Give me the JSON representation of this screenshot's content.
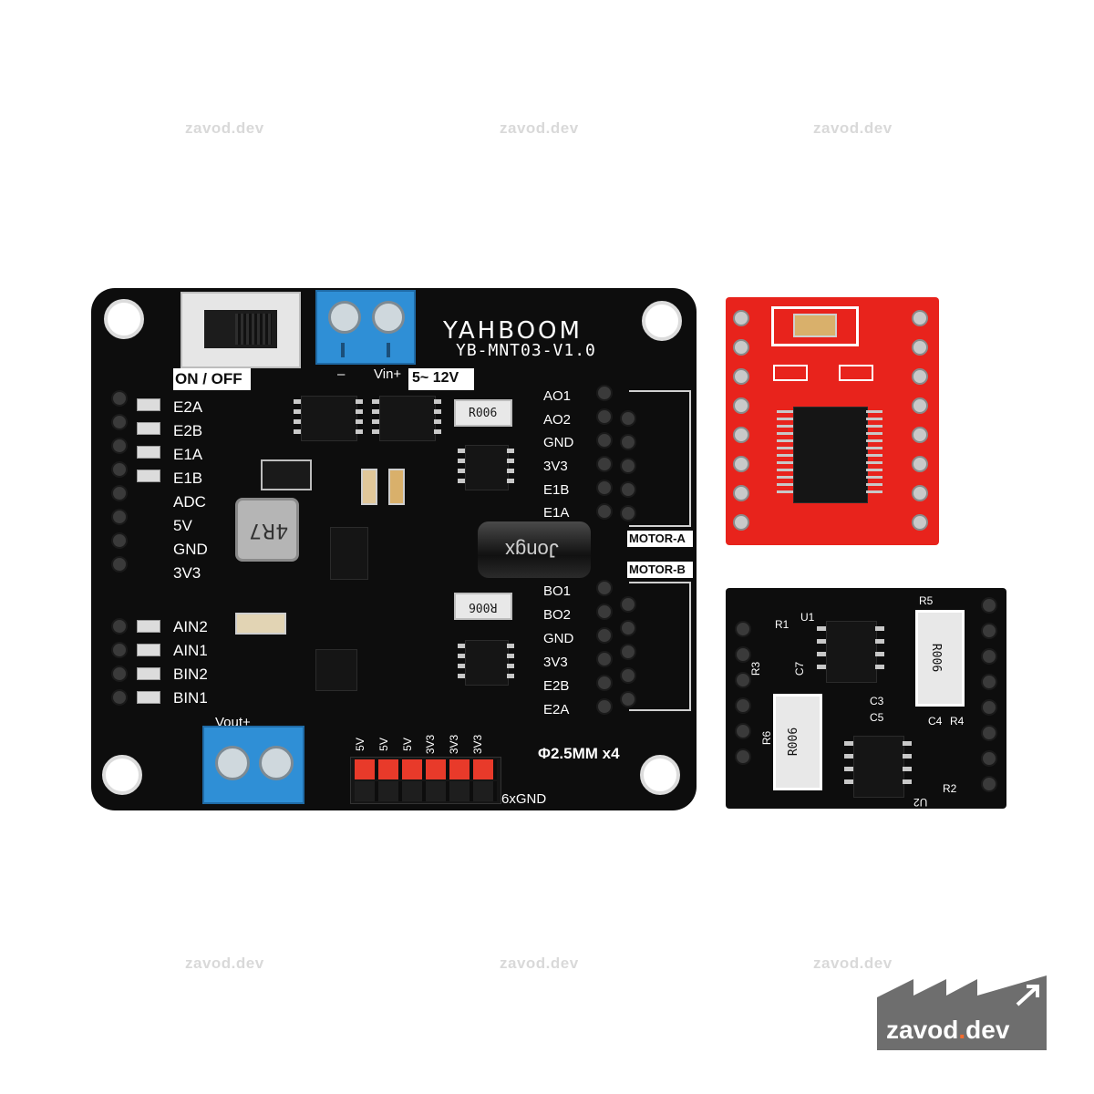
{
  "watermarks": [
    "zavod.dev",
    "zavod.dev",
    "zavod.dev",
    "zavod.dev",
    "zavod.dev",
    "zavod.dev"
  ],
  "logo": {
    "text_main": "zavod",
    "text_dot": ".",
    "text_tld": "dev"
  },
  "main_board": {
    "brand": "YAHBOOM",
    "model": "YB-MNT03-V1.0",
    "switch_label": "ON / OFF",
    "vin_label": "Vin+",
    "vin_minus": "–",
    "voltage_range": "5~ 12V",
    "vout_label": "Vout+",
    "left_pins_top": [
      "E2A",
      "E2B",
      "E1A",
      "E1B",
      "ADC",
      "5V",
      "GND",
      "3V3"
    ],
    "left_pins_bottom": [
      "AIN2",
      "AIN1",
      "BIN2",
      "BIN1"
    ],
    "right_pins_a": [
      "AO1",
      "AO2",
      "GND",
      "3V3",
      "E1B",
      "E1A"
    ],
    "right_pins_b": [
      "BO1",
      "BO2",
      "GND",
      "3V3",
      "E2B",
      "E2A"
    ],
    "motor_a": "MOTOR-A",
    "motor_b": "MOTOR-B",
    "power_header": [
      "5V",
      "5V",
      "5V",
      "3V3",
      "3V3",
      "3V3"
    ],
    "gnd_label": "6xGND",
    "hole_label": "Φ2.5MM x4",
    "inductor": "4R7",
    "resistor_1": "R006",
    "resistor_2": "R006",
    "capacitor": "Jongx"
  },
  "black_module": {
    "labels": [
      "R1",
      "U1",
      "R3",
      "C7",
      "R5",
      "R006",
      "C3",
      "C5",
      "R6",
      "R006",
      "C4",
      "R4",
      "R2",
      "U2"
    ]
  },
  "colors": {
    "pcb_black": "#0d0d0d",
    "pcb_red": "#e8231c",
    "terminal_blue": "#2f8fd6",
    "header_red": "#e83a2a",
    "logo_orange": "#f26b2e"
  }
}
